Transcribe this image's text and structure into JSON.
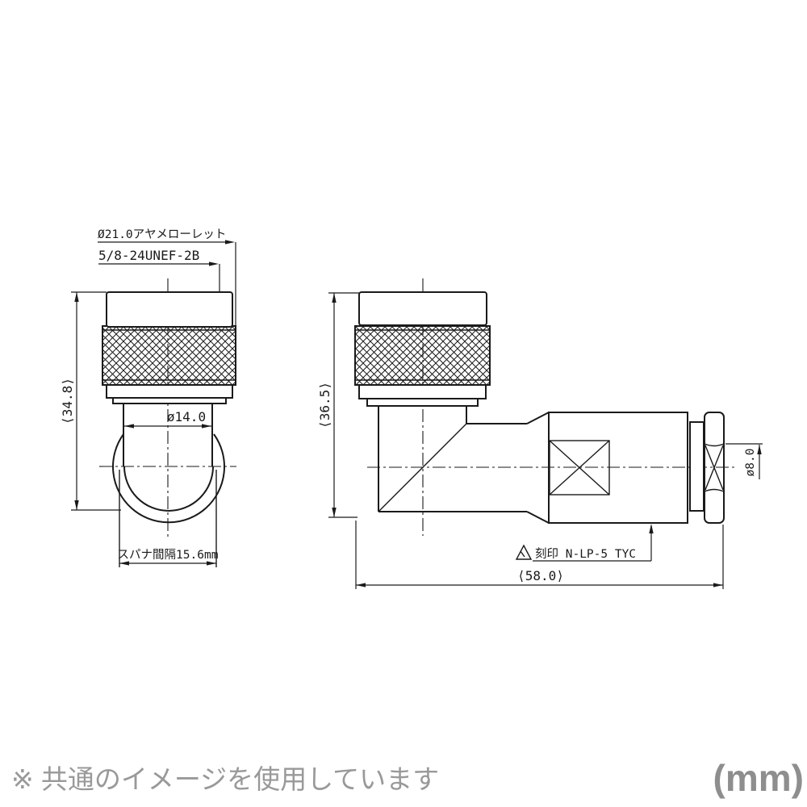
{
  "colors": {
    "line": "#1a1a1a",
    "note_gray": "#999999",
    "unit_gray": "#8e8e8e",
    "background": "#ffffff"
  },
  "left_view": {
    "knurl_dia_label": "Ø21.0アヤメローレット",
    "thread_label": "5/8-24UNEF-2B",
    "overall_height": "⟨34.8⟩",
    "neck_dia": "ø14.0",
    "spanner_width": "スパナ間隔15.6mm"
  },
  "right_view": {
    "overall_height": "⟨36.5⟩",
    "overall_length": "⟨58.0⟩",
    "cable_dia": "ø8.0",
    "marking_label": "刻印 N-LP-5 TYC"
  },
  "footer": {
    "note": "※ 共通のイメージを使用しています",
    "unit": "(mm)"
  }
}
